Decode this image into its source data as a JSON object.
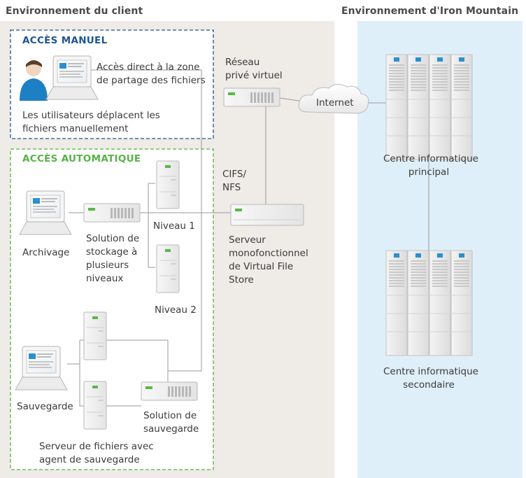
{
  "headers": {
    "client": "Environnement du client",
    "iron_mountain": "Environnement d'Iron Mountain"
  },
  "manual_box": {
    "title": "ACCÈS MANUEL",
    "access_line1": "Accès direct à la zone",
    "access_line2": "de partage des fichiers",
    "users_line1": "Les utilisateurs déplacent les",
    "users_line2": "fichiers manuellement"
  },
  "auto_box": {
    "title": "ACCÈS AUTOMATIQUE",
    "archivage": "Archivage",
    "tiered_line1": "Solution de",
    "tiered_line2": "stockage à",
    "tiered_line3": "plusieurs",
    "tiered_line4": "niveaux",
    "niveau1": "Niveau 1",
    "niveau2": "Niveau 2",
    "sauvegarde": "Sauvegarde",
    "backup_sol_line1": "Solution de",
    "backup_sol_line2": "sauvegarde",
    "fileserver_line1": "Serveur de fichiers avec",
    "fileserver_line2": "agent de sauvegarde"
  },
  "network": {
    "vpn_line1": "Réseau",
    "vpn_line2": "privé virtuel",
    "internet": "Internet",
    "cifs_line1": "CIFS/",
    "cifs_line2": "NFS",
    "vfs_line1": "Serveur",
    "vfs_line2": "monofonctionnel",
    "vfs_line3": "de Virtual File",
    "vfs_line4": "Store"
  },
  "datacenters": {
    "primary_line1": "Centre informatique",
    "primary_line2": "principal",
    "secondary_line1": "Centre informatique",
    "secondary_line2": "secondaire"
  },
  "colors": {
    "client_bg": "#efebe7",
    "iron_bg": "#dfeff9",
    "manual_accent": "#1e5591",
    "auto_accent": "#56b345",
    "line": "#9a9a9a",
    "led_green": "#59b946",
    "led_blue": "#2b8fd0",
    "user_blue": "#1d7fc4"
  }
}
